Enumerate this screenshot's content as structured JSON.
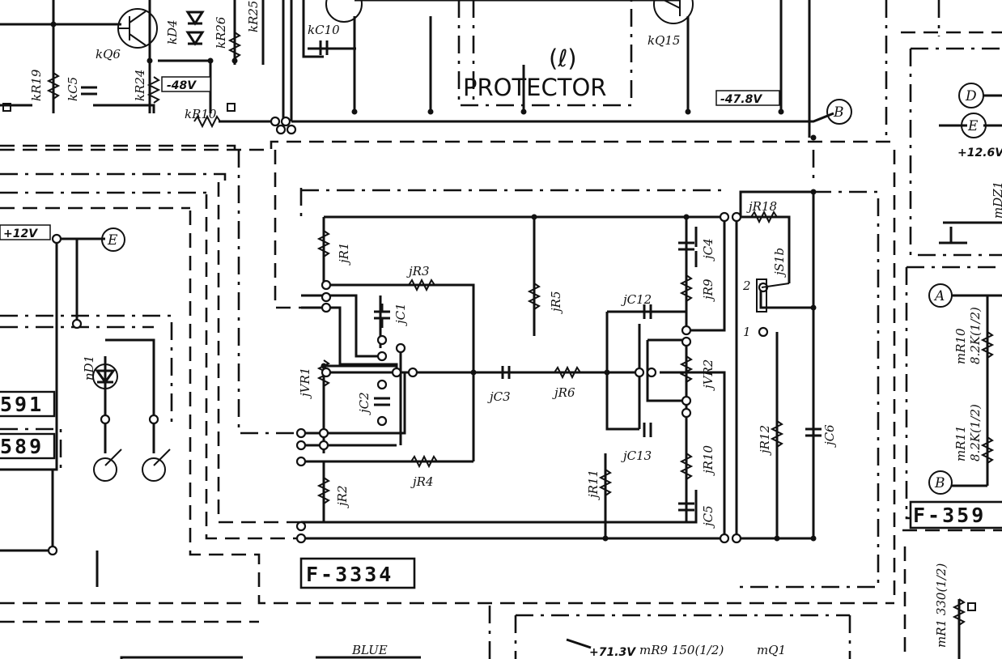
{
  "title": "PROTECTOR",
  "channel_label": "(ℓ)",
  "board_labels": {
    "main": "F-3334",
    "right": "F-359",
    "left_top": "591",
    "left_bottom": "589"
  },
  "voltages": [
    "-48V",
    "-47.8V",
    "+12V",
    "+12.6V",
    "+71.3V"
  ],
  "connectors": [
    "A",
    "B",
    "B",
    "D",
    "E",
    "E"
  ],
  "switch": {
    "name": "jS1b",
    "positions": [
      "2",
      "1"
    ]
  },
  "wire_color_label": "BLUE",
  "components": {
    "j_board": [
      "jR1",
      "jR2",
      "jR3",
      "jR4",
      "jR5",
      "jR6",
      "jR9",
      "jR10",
      "jR11",
      "jR12",
      "jR18",
      "jVR1",
      "jVR2",
      "jC1",
      "jC2",
      "jC3",
      "jC4",
      "jC5",
      "jC6",
      "jC12",
      "jC13"
    ],
    "k_board": [
      "kR19",
      "kC5",
      "kR24",
      "kR26",
      "kR25",
      "kQ6",
      "kD4",
      "kC10",
      "kQ15",
      "kR10"
    ],
    "m_board": [
      "mR10",
      "8.2K(1/2)",
      "mR11",
      "8.2K(1/2)",
      "mDZ1",
      "mR1 330(1/2)",
      "mR9 150(1/2)",
      "mQ1"
    ],
    "n_board": [
      "nD1"
    ]
  },
  "colors": {
    "ink": "#111111",
    "paper": "#ffffff"
  }
}
